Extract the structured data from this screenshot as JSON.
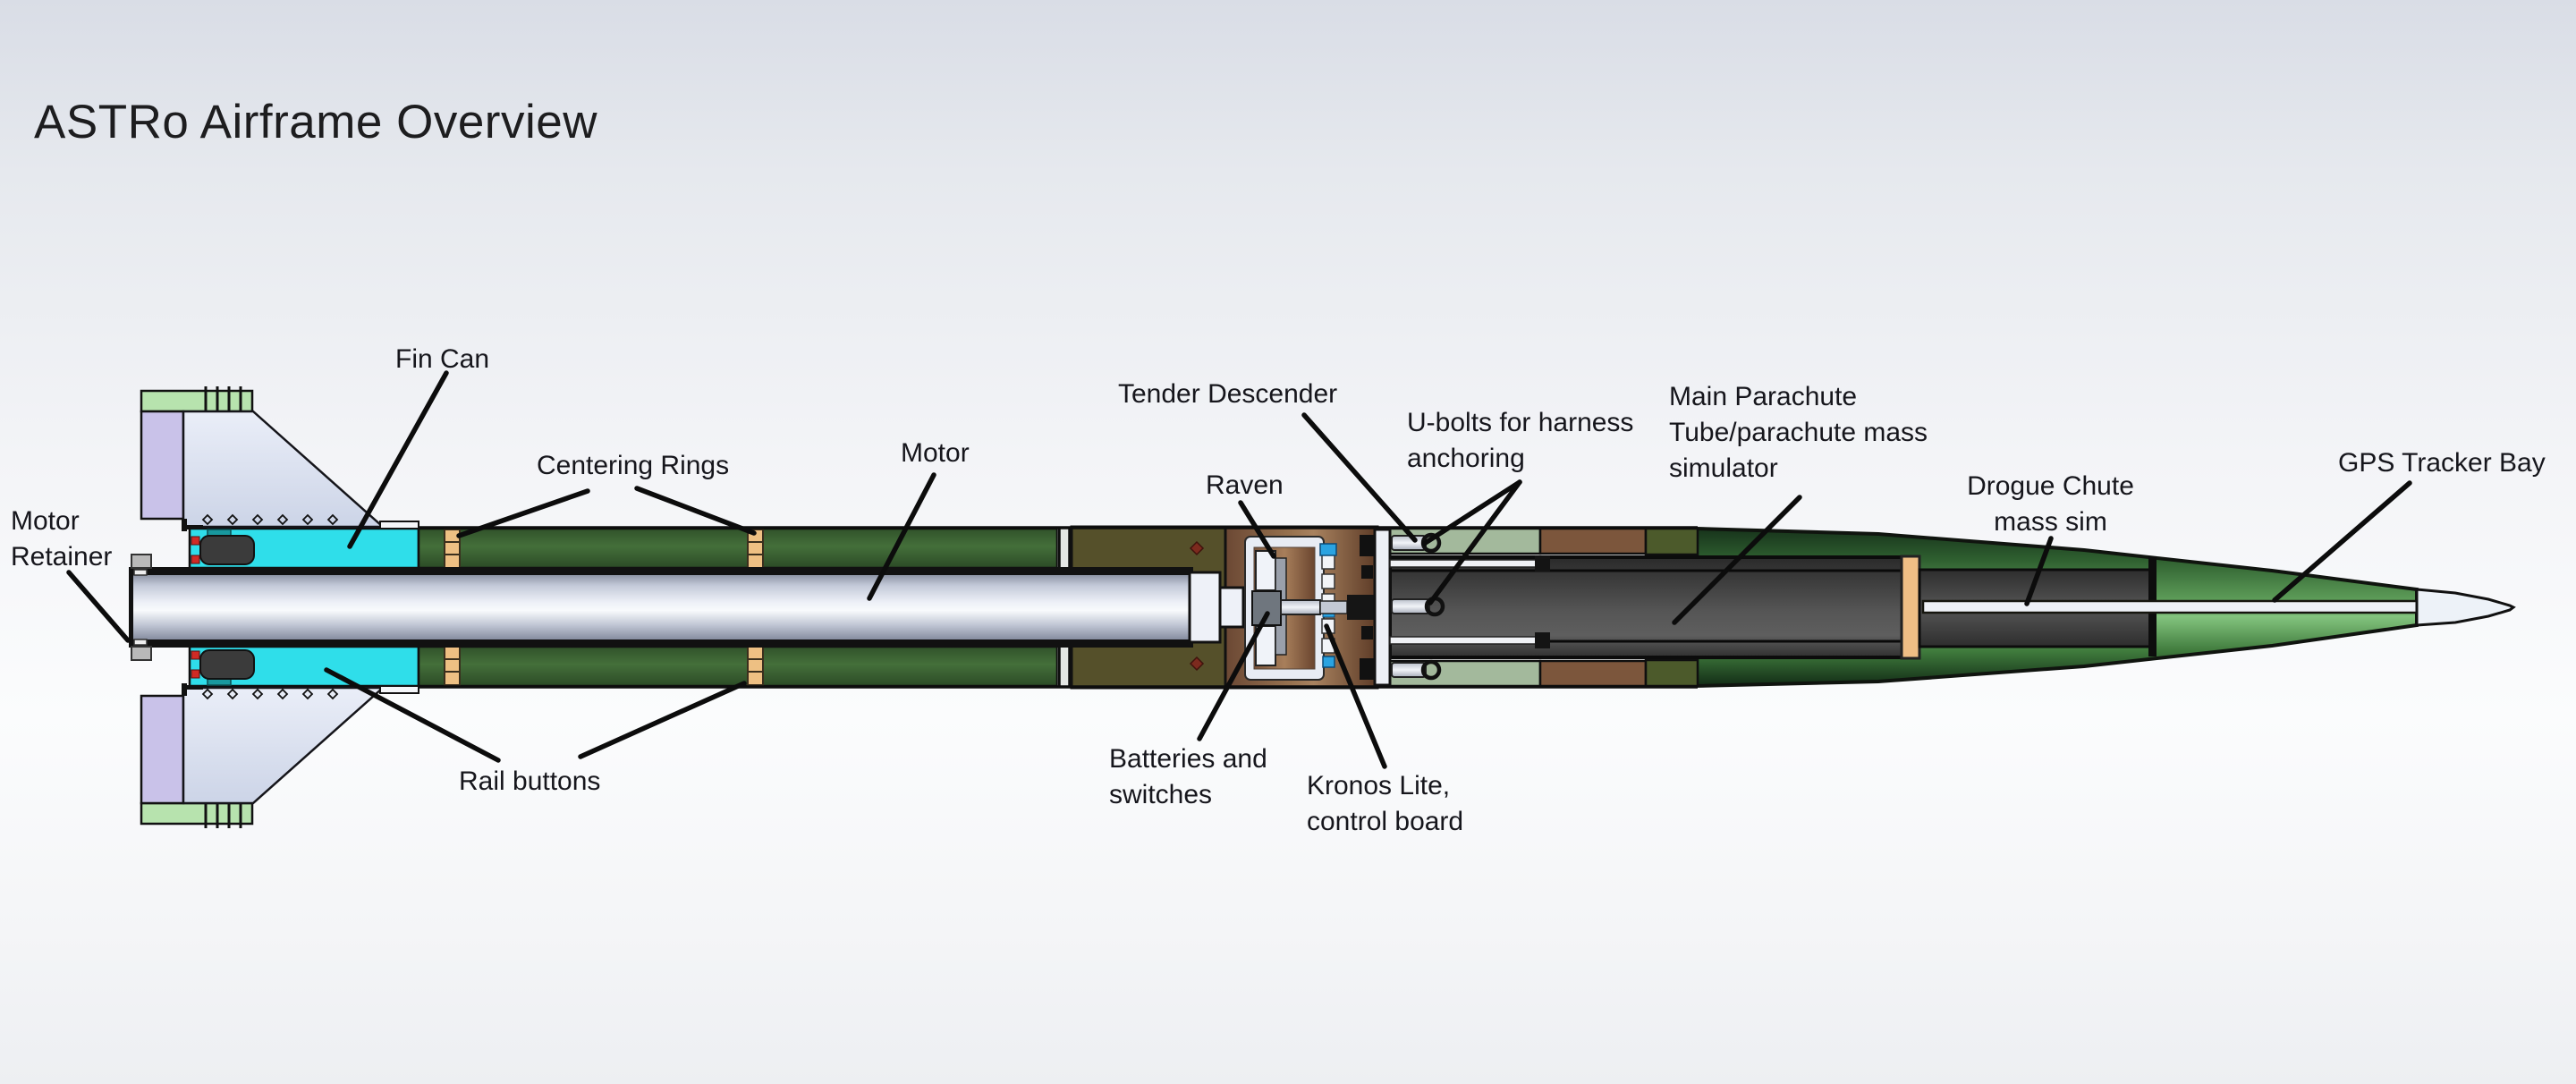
{
  "title": "ASTRo Airframe Overview",
  "labels": {
    "motor_retainer": {
      "line1": "Motor",
      "line2": "Retainer"
    },
    "fin_can": {
      "text": "Fin Can"
    },
    "centering_rings": {
      "text": "Centering Rings"
    },
    "rail_buttons": {
      "text": "Rail buttons"
    },
    "motor": {
      "text": "Motor"
    },
    "tender_descender": {
      "text": "Tender Descender"
    },
    "raven": {
      "text": "Raven"
    },
    "u_bolts": {
      "line1": "U-bolts for harness",
      "line2": "anchoring"
    },
    "batteries": {
      "line1": "Batteries and",
      "line2": "switches"
    },
    "kronos": {
      "line1": "Kronos Lite,",
      "line2": "control board"
    },
    "main_parachute": {
      "line1": "Main Parachute",
      "line2": "Tube/parachute mass",
      "line3": "simulator"
    },
    "drogue": {
      "line1": "Drogue Chute",
      "line2": "mass sim"
    },
    "gps": {
      "text": "GPS Tracker Bay"
    }
  },
  "colors": {
    "background_top": "#d9dde6",
    "body_tube_green": "#3f6537",
    "fin_can_cyan": "#2fdeea",
    "fin_pale": "#dde3f2",
    "fin_edge_lavender": "#c9c2e9",
    "fin_tip_green": "#b7e3ae",
    "centering_ring_tan": "#eec083",
    "motor_silver": "#c6ccda",
    "olive_coupler": "#55502a",
    "avionics_bay_brown": "#96714f",
    "kronos_board_blue": "#2aa3e1",
    "sage_tube_green": "#a3b99c",
    "shoulder_brown": "#7c563c",
    "nose_cone_green": "#5d9c58",
    "parachute_tube_gray": "#4a4a4a",
    "nose_tip_white": "#edf2f8",
    "leader_line_black": "#0c0c0c"
  }
}
